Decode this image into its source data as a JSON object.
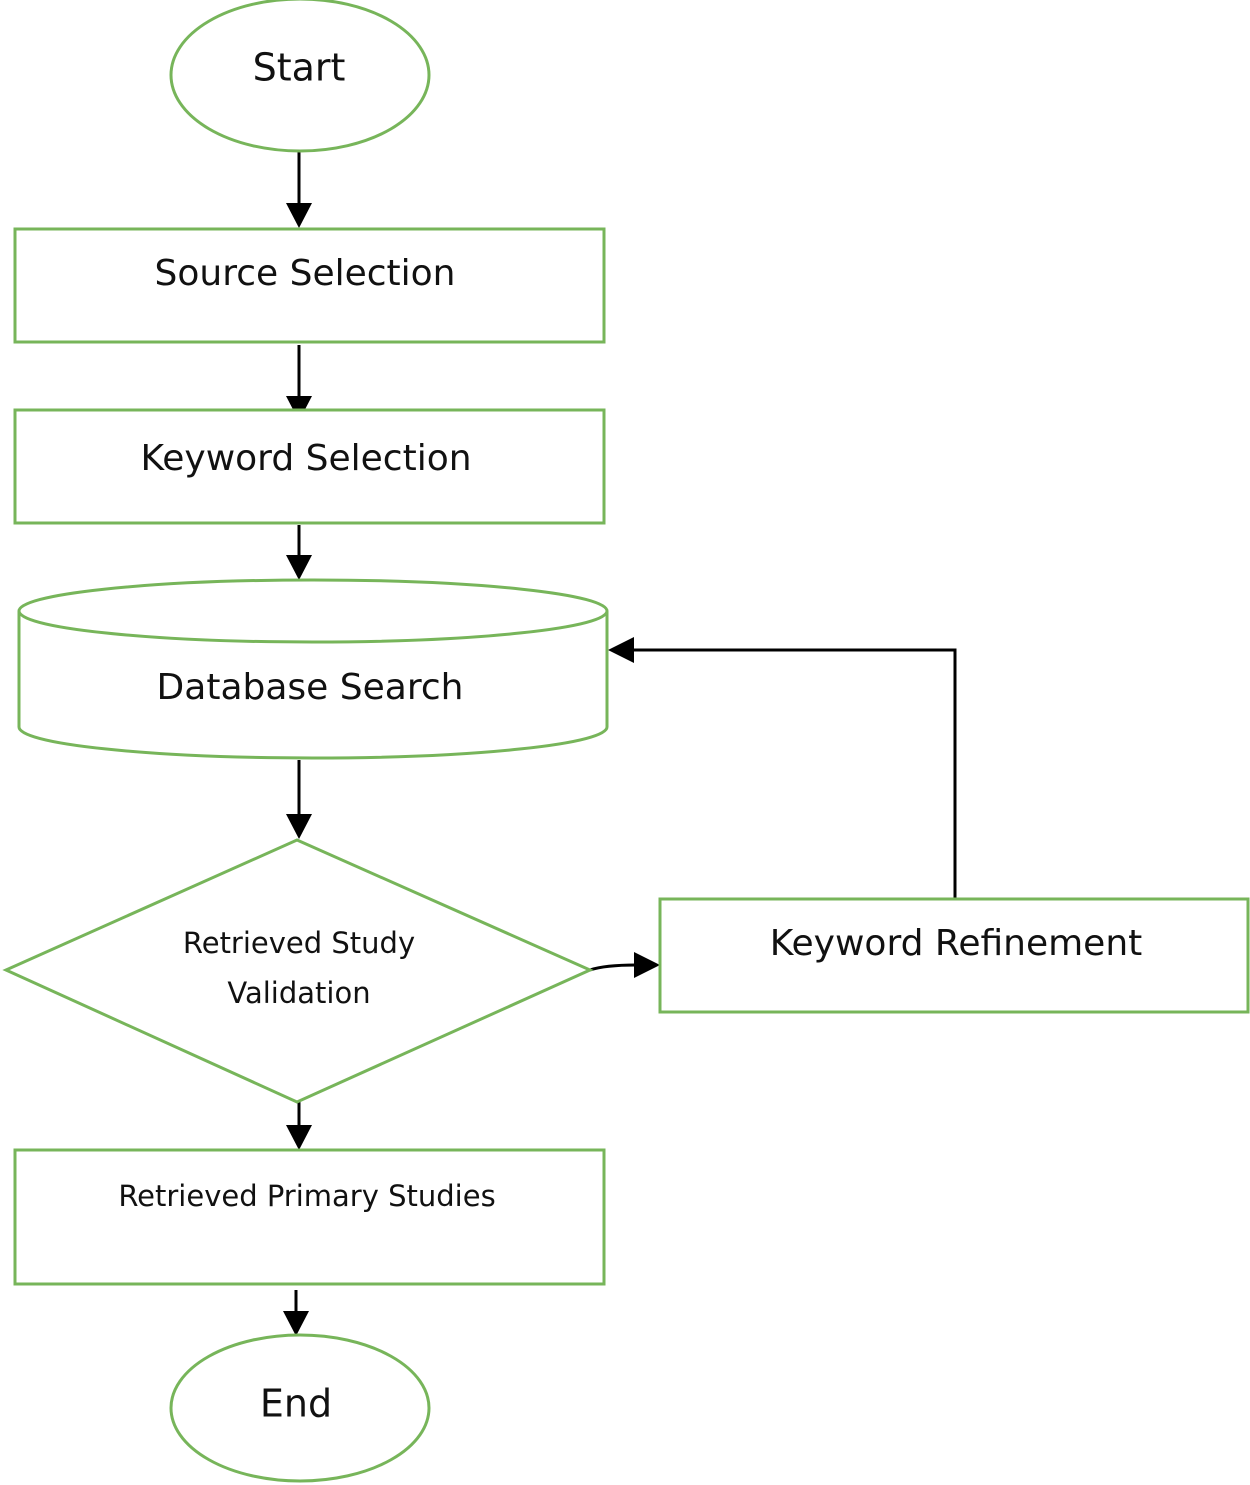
{
  "diagram": {
    "colors": {
      "node_stroke": "#77b55a",
      "connector": "#000000",
      "text": "#111111",
      "background": "#ffffff"
    },
    "nodes": {
      "start": {
        "shape": "ellipse",
        "label": "Start"
      },
      "source_selection": {
        "shape": "rectangle",
        "label": "Source Selection"
      },
      "keyword_selection": {
        "shape": "rectangle",
        "label": "Keyword Selection"
      },
      "database_search": {
        "shape": "cylinder",
        "label": "Database Search"
      },
      "validation": {
        "shape": "diamond",
        "label_lines": [
          "Retrieved Study",
          "Validation"
        ]
      },
      "keyword_refinement": {
        "shape": "rectangle",
        "label": "Keyword Refinement"
      },
      "retrieved_primary_studies": {
        "shape": "rectangle",
        "label": "Retrieved Primary Studies"
      },
      "end": {
        "shape": "ellipse",
        "label": "End"
      }
    },
    "edges": [
      {
        "from": "start",
        "to": "source_selection"
      },
      {
        "from": "source_selection",
        "to": "keyword_selection"
      },
      {
        "from": "keyword_selection",
        "to": "database_search"
      },
      {
        "from": "database_search",
        "to": "validation"
      },
      {
        "from": "validation",
        "to": "keyword_refinement"
      },
      {
        "from": "keyword_refinement",
        "to": "database_search"
      },
      {
        "from": "validation",
        "to": "retrieved_primary_studies"
      },
      {
        "from": "retrieved_primary_studies",
        "to": "end"
      }
    ]
  }
}
